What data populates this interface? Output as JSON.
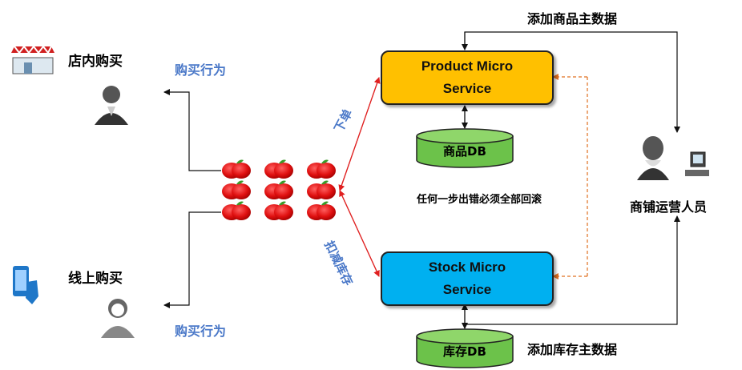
{
  "store": {
    "label": "店内购买",
    "behavior": "购买行为"
  },
  "online": {
    "label": "线上购买",
    "behavior": "购买行为"
  },
  "product_service": {
    "line1": "Product Micro",
    "line2": "Service",
    "color": "#ffc000"
  },
  "stock_service": {
    "line1": "Stock Micro",
    "line2": "Service",
    "color": "#00b0f0"
  },
  "product_db": {
    "label": "商品DB",
    "color": "#6cc24a"
  },
  "stock_db": {
    "label": "库存DB",
    "color": "#6cc24a"
  },
  "operator": {
    "label": "商铺运营人员"
  },
  "actions": {
    "order": "下单",
    "deduct_stock": "扣减库存",
    "rollback": "任何一步出错必须全部回滚",
    "add_product_master": "添加商品主数据",
    "add_stock_master": "添加库存主数据"
  },
  "colors": {
    "panel_border": "#4f81bd",
    "red_arrow": "#e02020",
    "orange_dash": "#e07020"
  }
}
